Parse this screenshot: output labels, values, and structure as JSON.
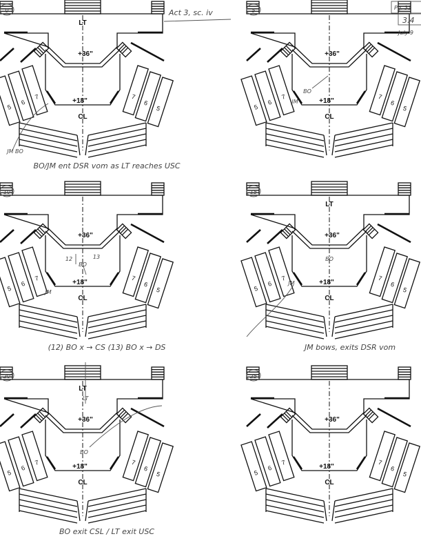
{
  "header": {
    "act_scene": "Act 3, sc. iv",
    "page": "Pg. 31",
    "section": "3.4",
    "date": "July 9"
  },
  "stage_labels": {
    "platform": "LT",
    "upper_level": "+36\"",
    "lower_level": "+18\"",
    "center_line": "CL",
    "seat_sections": [
      "7",
      "6",
      "5"
    ]
  },
  "panels": [
    {
      "number": "0",
      "show_lt": true,
      "notes": [
        "JM BO"
      ],
      "caption": "BO/JM ent DSR vom as LT reaches USC"
    },
    {
      "number": "5",
      "show_lt": false,
      "notes": [
        "BO",
        "JM"
      ],
      "caption": ""
    },
    {
      "number": "10",
      "show_lt": false,
      "notes": [
        "BO",
        "JM",
        "12",
        "13"
      ],
      "caption": "(12) BO x → CS   (13) BO x → DS"
    },
    {
      "number": "15",
      "show_lt": true,
      "notes": [
        "BO",
        "JM"
      ],
      "caption": "JM bows, exits DSR vom"
    },
    {
      "number": "20",
      "show_lt": true,
      "notes": [
        "BO",
        "LT"
      ],
      "caption": "BO exit CSL / LT exit USC"
    },
    {
      "number": "25",
      "show_lt": false,
      "notes": [],
      "caption": ""
    }
  ]
}
